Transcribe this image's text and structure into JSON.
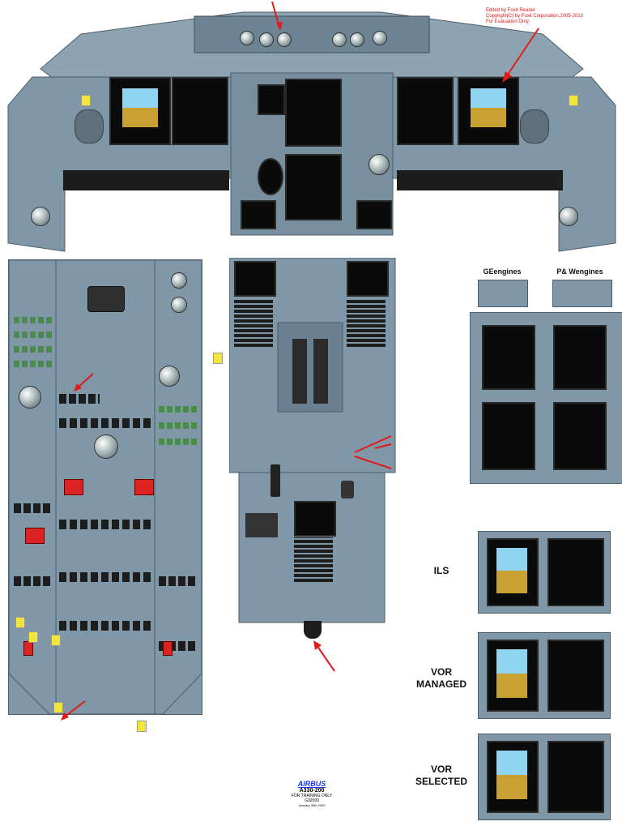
{
  "watermark": {
    "line1": "Edited by Foxit Reader",
    "line2": "Copyright(C) by Foxit Corporation,2005-2010",
    "line3": "For Evaluation Only."
  },
  "engine_labels": {
    "ge": "GEengines",
    "pw": "P& Wengines"
  },
  "mode_labels": {
    "ils": "ILS",
    "vor_managed_1": "VOR",
    "vor_managed_2": "MANAGED",
    "vor_selected_1": "VOR",
    "vor_selected_2": "SELECTED"
  },
  "footer": {
    "logo": "AIRBUS",
    "model": "A330-200",
    "note": "FOR TRAINING ONLY",
    "code": "G32000",
    "date": "January 30th 2000"
  },
  "colors": {
    "panel": "#7f97a7",
    "panel_dark": "#5f7585",
    "screen": "#0a0a0a",
    "annotation_red": "#e11b1b",
    "annotation_blue": "#1a33ff",
    "sticky_note": "#f2e63a",
    "sky": "#8fd4f0",
    "ground": "#c9a032"
  }
}
